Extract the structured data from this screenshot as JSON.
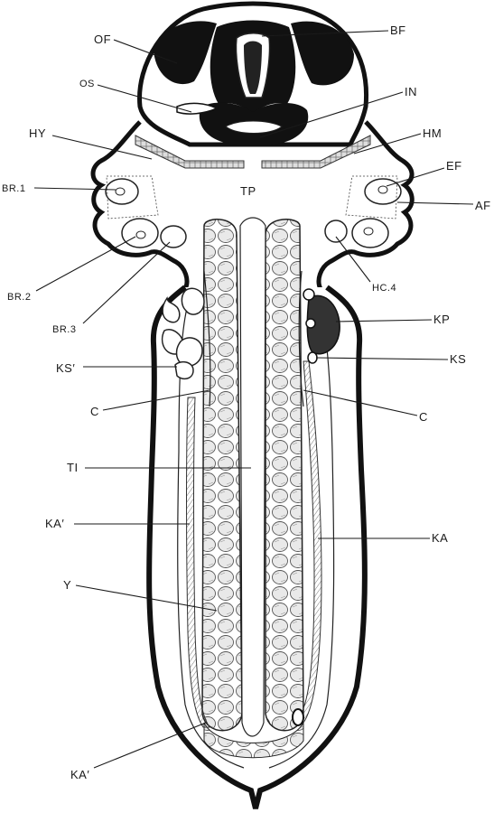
{
  "figure": {
    "labels": {
      "OF": "OF",
      "BF": "BF",
      "OS": "OS",
      "IN": "IN",
      "HY": "HY",
      "HM": "HM",
      "EF": "EF",
      "AF": "AF",
      "TP": "TP",
      "BR1": "BR.1",
      "BR2": "BR.2",
      "BR3": "BR.3",
      "HC4": "HC.4",
      "KP": "KP",
      "KS_prime": "KS′",
      "KS": "KS",
      "C_left": "C",
      "C_right": "C",
      "TI": "TI",
      "KA_prime_upper": "KA′",
      "KA": "KA",
      "Y": "Y",
      "KA_prime_lower": "KA′"
    }
  }
}
